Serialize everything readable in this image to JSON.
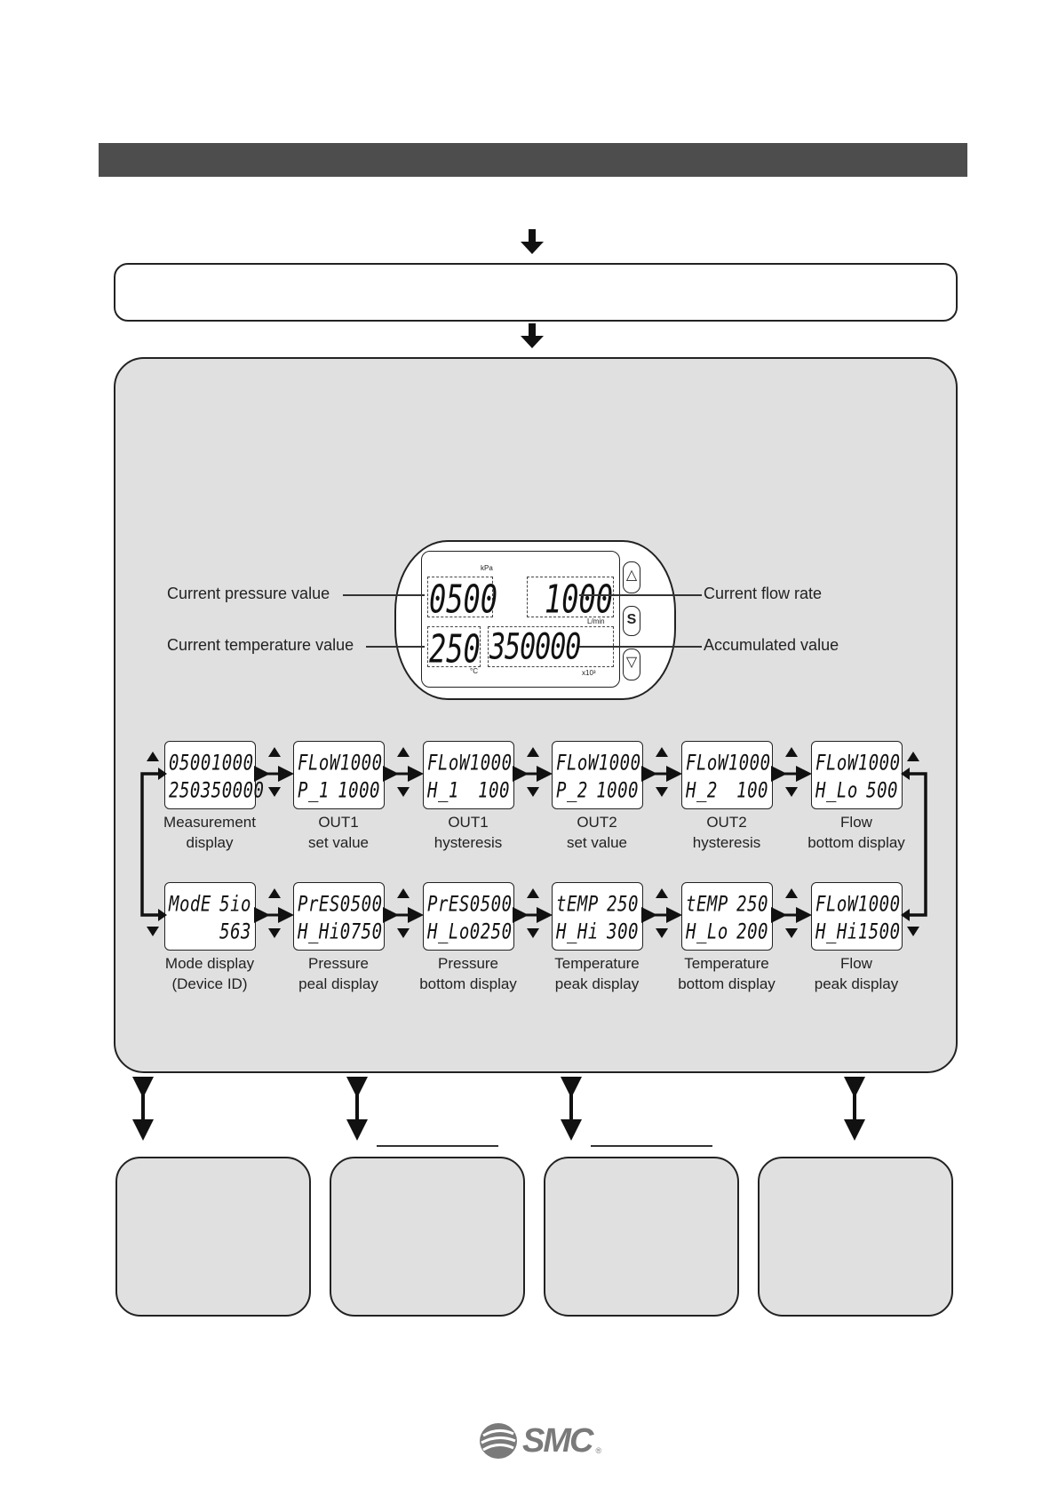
{
  "device_labels": {
    "current_pressure": "Current pressure value",
    "current_flow": "Current flow rate",
    "current_temperature": "Current temperature value",
    "accumulated": "Accumulated value"
  },
  "device_display": {
    "pressure": "0500",
    "flow": "1000",
    "temperature": "250",
    "accumulated": "350000",
    "pressure_unit": "kPa",
    "flow_unit": "L/min",
    "temp_unit": "°C",
    "accum_unit": "x10³"
  },
  "device_buttons": {
    "up": "△",
    "set": "S",
    "down": "▽"
  },
  "row1": [
    {
      "line1": [
        "0500",
        "1000"
      ],
      "line2": [
        "250",
        "350000"
      ],
      "caption1": "Measurement",
      "caption2": "display"
    },
    {
      "line1": [
        "FLoW",
        "1000"
      ],
      "line2": [
        "P_1",
        "1000"
      ],
      "caption1": "OUT1",
      "caption2": "set value"
    },
    {
      "line1": [
        "FLoW",
        "1000"
      ],
      "line2": [
        "H_1",
        "100"
      ],
      "caption1": "OUT1",
      "caption2": "hysteresis"
    },
    {
      "line1": [
        "FLoW",
        "1000"
      ],
      "line2": [
        "P_2",
        "1000"
      ],
      "caption1": "OUT2",
      "caption2": "set value"
    },
    {
      "line1": [
        "FLoW",
        "1000"
      ],
      "line2": [
        "H_2",
        "100"
      ],
      "caption1": "OUT2",
      "caption2": "hysteresis"
    },
    {
      "line1": [
        "FLoW",
        "1000"
      ],
      "line2": [
        "H_Lo",
        "500"
      ],
      "caption1": "Flow",
      "caption2": "bottom display"
    }
  ],
  "row2": [
    {
      "line1": [
        "ModE",
        "5io"
      ],
      "line2": [
        "",
        "563"
      ],
      "caption1": "Mode display",
      "caption2": "(Device ID)"
    },
    {
      "line1": [
        "PrES",
        "0500"
      ],
      "line2": [
        "H_Hi",
        "0750"
      ],
      "caption1": "Pressure",
      "caption2": "peal display"
    },
    {
      "line1": [
        "PrES",
        "0500"
      ],
      "line2": [
        "H_Lo",
        "0250"
      ],
      "caption1": "Pressure",
      "caption2": "bottom display"
    },
    {
      "line1": [
        "tEMP",
        "250"
      ],
      "line2": [
        "H_Hi",
        "300"
      ],
      "caption1": "Temperature",
      "caption2": "peak display"
    },
    {
      "line1": [
        "tEMP",
        "250"
      ],
      "line2": [
        "H_Lo",
        "200"
      ],
      "caption1": "Temperature",
      "caption2": "bottom display"
    },
    {
      "line1": [
        "FLoW",
        "1000"
      ],
      "line2": [
        "H_Hi",
        "1500"
      ],
      "caption1": "Flow",
      "caption2": "peak display"
    }
  ],
  "logo": {
    "text": "SMC",
    "mark": "®"
  },
  "colors": {
    "header": "#4d4d4d",
    "panel": "#e0e0e0",
    "ink": "#111111"
  }
}
